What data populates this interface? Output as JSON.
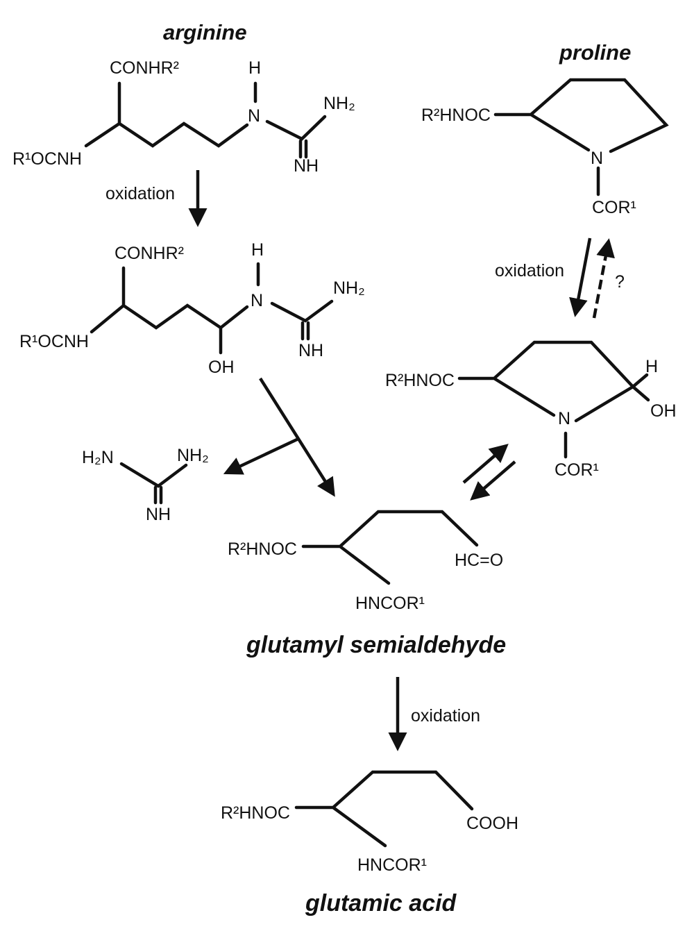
{
  "titles": {
    "arginine": "arginine",
    "proline": "proline",
    "glutamyl_semialdehyde": "glutamyl semialdehyde",
    "glutamic_acid": "glutamic acid"
  },
  "arginine": {
    "r1": "R¹OCNH",
    "conhr2": "CONHR²",
    "h": "H",
    "n": "N",
    "nh2": "NH₂",
    "nh": "NH"
  },
  "hydroxy_arginine": {
    "r1": "R¹OCNH",
    "conhr2": "CONHR²",
    "h": "H",
    "n": "N",
    "nh2": "NH₂",
    "nh": "NH",
    "oh": "OH"
  },
  "guanidine": {
    "h2n": "H₂N",
    "nh2": "NH₂",
    "nh": "NH"
  },
  "proline_mol": {
    "r2": "R²HNOC",
    "n": "N",
    "cor1": "COR¹"
  },
  "hydroxy_proline": {
    "r2": "R²HNOC",
    "n": "N",
    "cor1": "COR¹",
    "h": "H",
    "oh": "OH"
  },
  "semialdehyde": {
    "r2": "R²HNOC",
    "cho": "HC=O",
    "hncor1": "HNCOR¹"
  },
  "glutamic": {
    "r2": "R²HNOC",
    "cooh": "COOH",
    "hncor1": "HNCOR¹"
  },
  "labels": {
    "oxidation_1": "oxidation",
    "oxidation_2": "oxidation",
    "oxidation_3": "oxidation",
    "question": "?"
  }
}
